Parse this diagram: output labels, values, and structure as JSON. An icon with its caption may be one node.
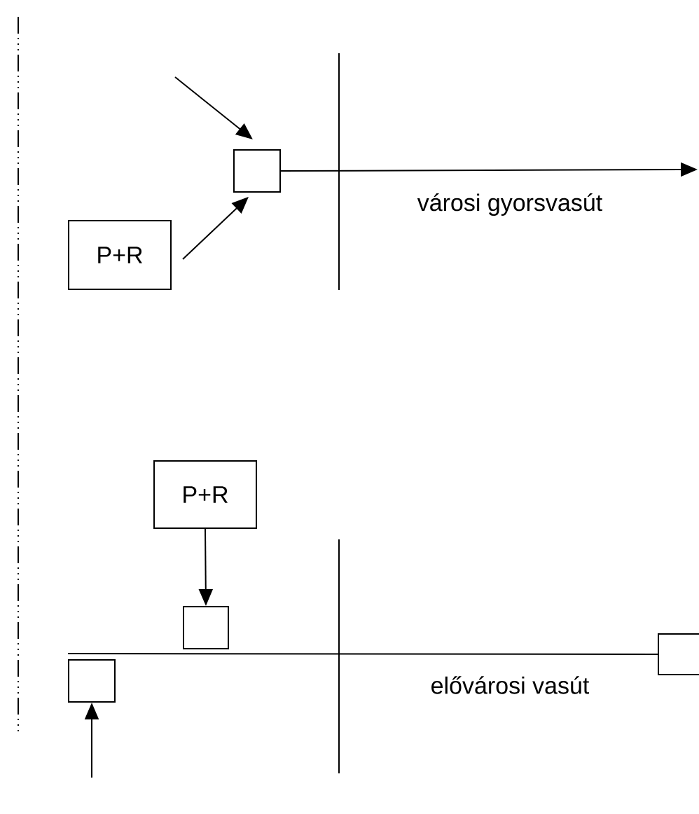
{
  "diagram": {
    "nodes": [
      {
        "text": [],
        "shape": "box"
      },
      {
        "text": [
          "P+R"
        ]
      },
      {
        "text": [
          "P+R"
        ]
      },
      {
        "text": [],
        "shape": "box"
      },
      {
        "text": [],
        "shape": "box"
      },
      {
        "text": [],
        "shape": "box"
      }
    ],
    "edges": [
      {
        "from": null,
        "to": 0,
        "arrow": "to"
      },
      {
        "from": 1,
        "to": 0,
        "arrow": "to"
      },
      {
        "from": 0,
        "to": null,
        "arrow": "to"
      },
      {
        "from": 2,
        "to": 3,
        "arrow": "to"
      },
      {
        "from": null,
        "to": 4,
        "arrow": "to"
      },
      {
        "from": 4,
        "to": 5,
        "arrow": "none"
      }
    ],
    "labels": [
      "városi gyorsvasút",
      "elővárosi vasút"
    ]
  }
}
